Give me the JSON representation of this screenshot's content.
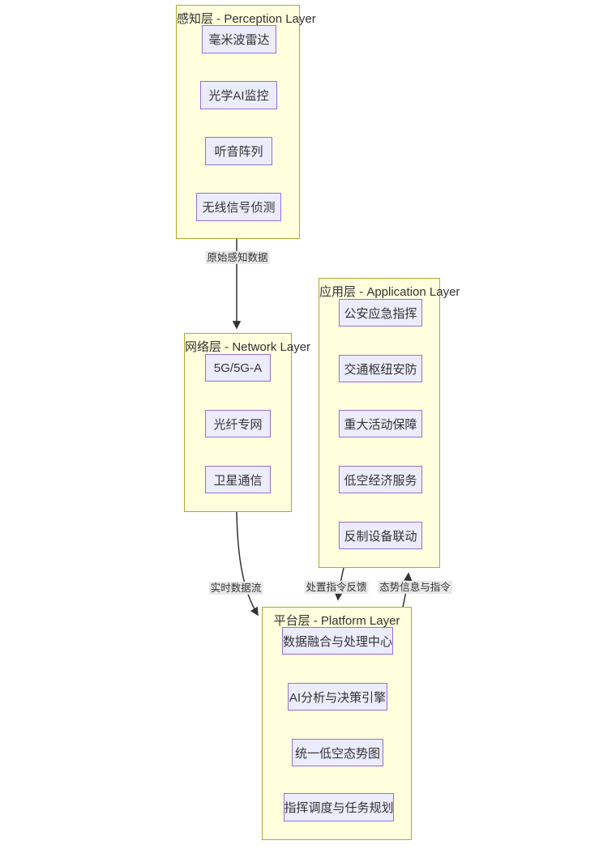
{
  "diagram": {
    "type": "flowchart",
    "subgraphs": [
      {
        "id": "perception",
        "title": "感知层 - Perception Layer",
        "nodes": [
          "毫米波雷达",
          "光学AI监控",
          "听音阵列",
          "无线信号侦测"
        ]
      },
      {
        "id": "network",
        "title": "网络层 - Network Layer",
        "nodes": [
          "5G/5G-A",
          "光纤专网",
          "卫星通信"
        ]
      },
      {
        "id": "application",
        "title": "应用层 - Application Layer",
        "nodes": [
          "公安应急指挥",
          "交通枢纽安防",
          "重大活动保障",
          "低空经济服务",
          "反制设备联动"
        ]
      },
      {
        "id": "platform",
        "title": "平台层 - Platform Layer",
        "nodes": [
          "数据融合与处理中心",
          "AI分析与决策引擎",
          "统一低空态势图",
          "指挥调度与任务规划"
        ]
      }
    ],
    "edges": [
      {
        "from": "perception",
        "to": "network",
        "label": "原始感知数据"
      },
      {
        "from": "network",
        "to": "platform",
        "label": "实时数据流"
      },
      {
        "from": "application",
        "to": "platform",
        "label": "处置指令反馈"
      },
      {
        "from": "platform",
        "to": "application",
        "label": "态势信息与指令"
      }
    ],
    "colors": {
      "subgraph_fill": "#ffffde",
      "subgraph_border": "#aaaa33",
      "node_fill": "#ececff",
      "node_border": "#9370db",
      "edge_stroke": "#333333",
      "edge_label_bg": "#e8e8e8",
      "text": "#333333",
      "background": "#ffffff"
    }
  }
}
